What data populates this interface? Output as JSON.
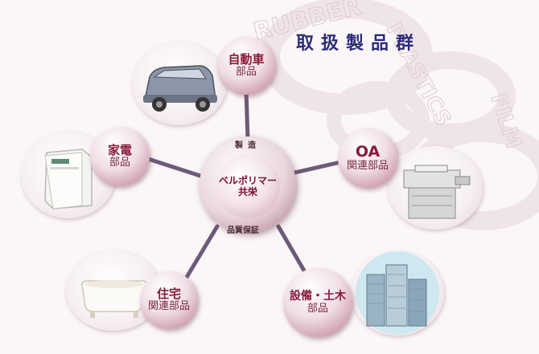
{
  "title": "取扱製品群",
  "hub": {
    "top_label": "製造",
    "name_line1": "ベルポリマー",
    "name_line2": "共栄",
    "bottom_label": "品質保証"
  },
  "categories": [
    {
      "line1": "自動車",
      "line2": "部品",
      "icon": "car-icon"
    },
    {
      "line1": "OA",
      "line2": "関連部品",
      "icon": "copier-icon"
    },
    {
      "line1": "家電",
      "line2": "部品",
      "icon": "appliance-icon"
    },
    {
      "line1": "住宅",
      "line2": "関連部品",
      "icon": "bathtub-icon"
    },
    {
      "line1": "設備・土木",
      "line2": "部品",
      "icon": "buildings-icon"
    }
  ],
  "watermark": {
    "text_1": "RUBBER",
    "text_2": "PLASTICS",
    "text_3": "FILM"
  },
  "colors": {
    "accent": "#8a1a3a",
    "title": "#2c2c7a",
    "spoke": "#6d5a7a"
  }
}
